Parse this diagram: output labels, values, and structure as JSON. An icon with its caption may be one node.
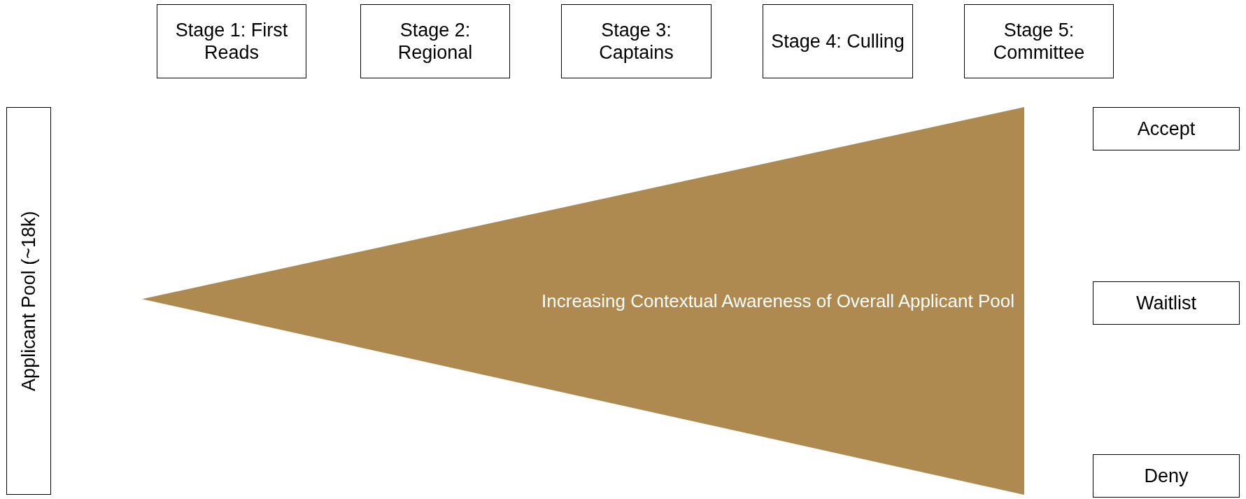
{
  "diagram": {
    "nodes": [
      {
        "text": [
          "Stage 1: First Reads"
        ]
      },
      {
        "text": [
          "Stage 2: Regional"
        ]
      },
      {
        "text": [
          "Stage 3: Captains"
        ]
      },
      {
        "text": [
          "Stage 4: Culling"
        ]
      },
      {
        "text": [
          "Stage 5: Committee"
        ]
      },
      {
        "text": [
          "Applicant Pool (~18k)"
        ]
      },
      {
        "text": [
          "Increasing Contextual Awareness of Overall Applicant Pool"
        ]
      },
      {
        "text": [
          "Accept"
        ]
      },
      {
        "text": [
          "Waitlist"
        ]
      },
      {
        "text": [
          "Deny"
        ]
      }
    ]
  }
}
